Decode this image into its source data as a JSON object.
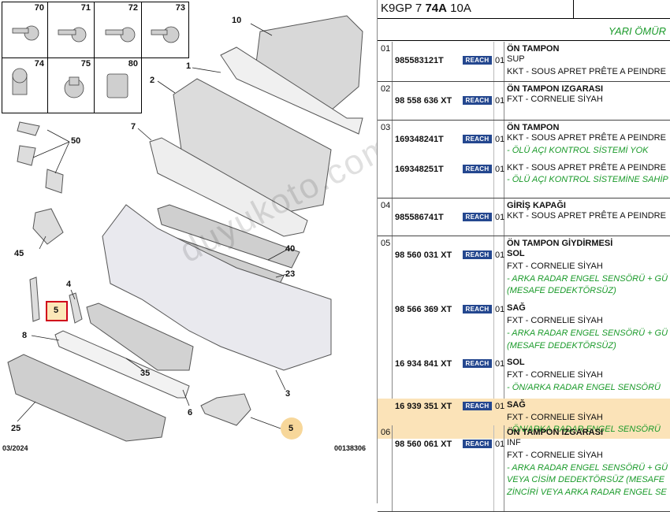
{
  "diagram": {
    "fasteners": [
      "70",
      "71",
      "72",
      "73",
      "74",
      "75",
      "80"
    ],
    "callouts": [
      "10",
      "1",
      "2",
      "7",
      "50",
      "45",
      "4",
      "5",
      "8",
      "40",
      "23",
      "35",
      "6",
      "3",
      "25",
      "5"
    ],
    "date": "03/2024",
    "ref": "00138306",
    "watermark": "duyukoto.com"
  },
  "table": {
    "title_prefix": "K9GP 7 ",
    "title_bold": "74A",
    "title_suffix": " 10A",
    "lifetime": "YARI ÖMÜR",
    "reach_label": "REACH",
    "sections": [
      {
        "code": "01",
        "title": "ÖN TAMPON",
        "rows": [
          {
            "pn": "985583121T",
            "reach": true,
            "qty": "01",
            "lines": [
              {
                "t": "SUP"
              },
              {
                "t": "KKT - SOUS APRET PRÊTE A PEINDRE"
              }
            ]
          }
        ]
      },
      {
        "code": "02",
        "title": "ÖN TAMPON IZGARASI",
        "rows": [
          {
            "pn": "98 558 636 XT",
            "reach": true,
            "qty": "01",
            "lines": [
              {
                "t": "FXT - CORNELIE SİYAH"
              }
            ]
          }
        ]
      },
      {
        "code": "03",
        "title": "ÖN TAMPON",
        "rows": [
          {
            "pn": "169348241T",
            "reach": true,
            "qty": "01",
            "lines": [
              {
                "t": "KKT - SOUS APRET PRÊTE A PEINDRE"
              },
              {
                "t": "- ÖLÜ AÇI KONTROL SİSTEMİ YOK",
                "g": true
              }
            ]
          },
          {
            "pn": "169348251T",
            "reach": true,
            "qty": "01",
            "lines": [
              {
                "t": "KKT - SOUS APRET PRÊTE A PEINDRE"
              },
              {
                "t": "- ÖLÜ AÇI KONTROL SİSTEMİNE SAHİP",
                "g": true
              }
            ]
          }
        ]
      },
      {
        "code": "04",
        "title": "GİRİŞ KAPAĞI",
        "rows": [
          {
            "pn": "985586741T",
            "reach": true,
            "qty": "01",
            "lines": [
              {
                "t": "KKT - SOUS APRET PRÊTE A PEINDRE"
              }
            ]
          }
        ]
      },
      {
        "code": "05",
        "title": "ÖN TAMPON GİYDİRMESİ",
        "rows": [
          {
            "pn": "98 560 031 XT",
            "reach": true,
            "qty": "01",
            "lines": [
              {
                "t": "SOL",
                "b": true
              },
              {
                "t": "FXT - CORNELIE SİYAH"
              },
              {
                "t": "- ARKA RADAR ENGEL SENSÖRÜ + GÜ",
                "g": true
              },
              {
                "t": "(MESAFE DEDEKTÖRSÜZ)",
                "g": true
              }
            ]
          },
          {
            "pn": "98 566 369 XT",
            "reach": true,
            "qty": "01",
            "lines": [
              {
                "t": "SAĞ",
                "b": true
              },
              {
                "t": "FXT - CORNELIE SİYAH"
              },
              {
                "t": "- ARKA RADAR ENGEL SENSÖRÜ + GÜ",
                "g": true
              },
              {
                "t": "(MESAFE DEDEKTÖRSÜZ)",
                "g": true
              }
            ]
          },
          {
            "pn": "16 934 841 XT",
            "reach": true,
            "qty": "01",
            "lines": [
              {
                "t": "SOL",
                "b": true
              },
              {
                "t": "FXT - CORNELIE SİYAH"
              },
              {
                "t": "- ÖN/ARKA RADAR ENGEL SENSÖRÜ",
                "g": true
              }
            ]
          },
          {
            "pn": "16 939 351 XT",
            "reach": true,
            "qty": "01",
            "hl": true,
            "lines": [
              {
                "t": "SAĞ",
                "b": true
              },
              {
                "t": "FXT - CORNELIE SİYAH"
              },
              {
                "t": "- ÖN/ARKA RADAR ENGEL SENSÖRÜ",
                "g": true
              }
            ]
          }
        ]
      },
      {
        "code": "06",
        "title": "ÖN TAMPON IZGARASI",
        "rows": [
          {
            "pn": "98 560 061 XT",
            "reach": true,
            "qty": "01",
            "lines": [
              {
                "t": "INF"
              },
              {
                "t": "FXT - CORNELIE SİYAH"
              },
              {
                "t": "- ARKA RADAR ENGEL SENSÖRÜ + GÜ",
                "g": true
              },
              {
                "t": "VEYA CİSİM DEDEKTÖRSÜZ (MESAFE",
                "g": true
              },
              {
                "t": "ZİNCİRİ VEYA ARKA RADAR ENGEL SE",
                "g": true
              }
            ]
          }
        ]
      }
    ]
  }
}
